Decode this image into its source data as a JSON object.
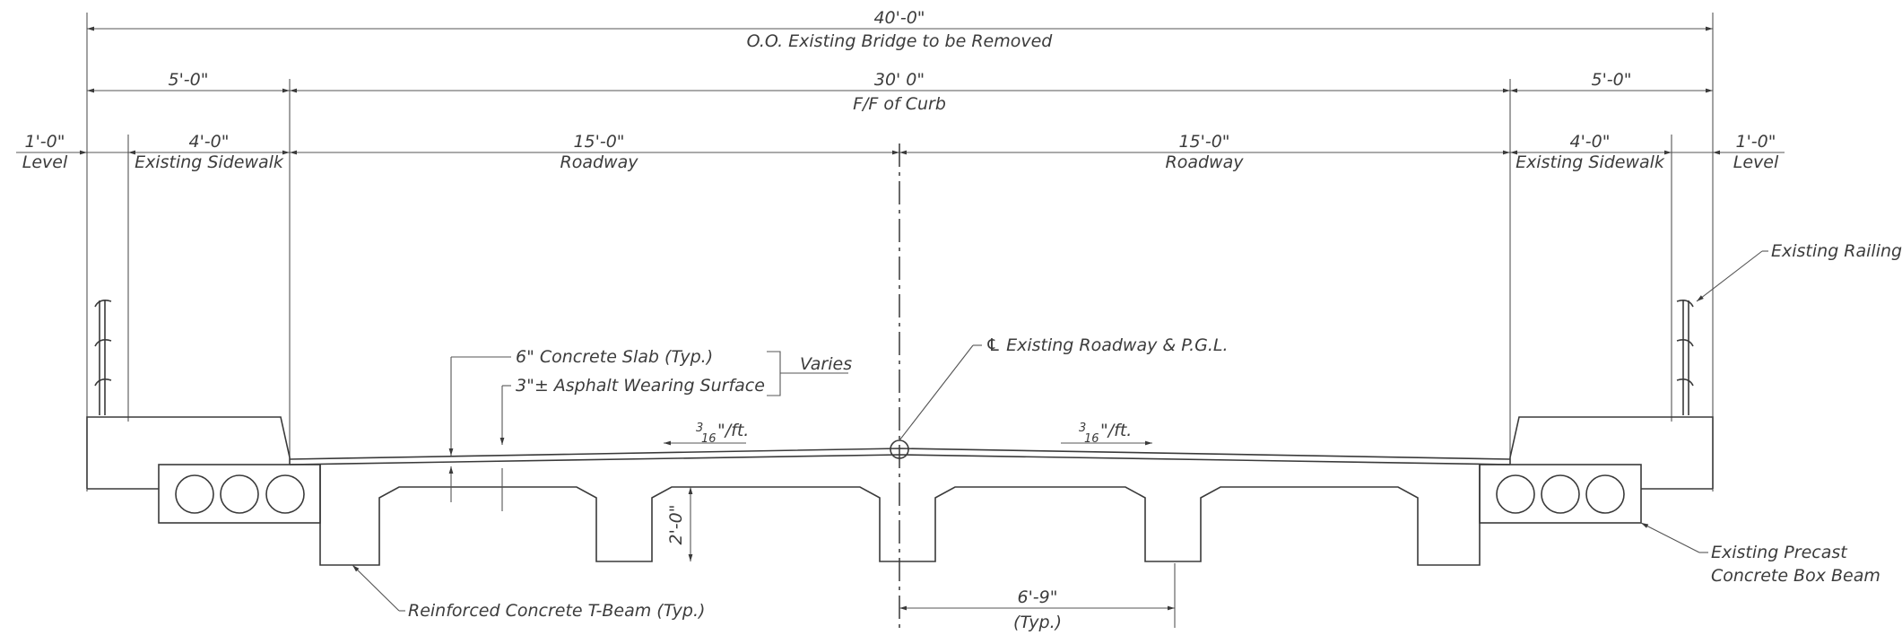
{
  "dimensions": {
    "overall": "40'-0\"",
    "overall_note": "O.O. Existing Bridge to be Removed",
    "sidewalk_total": "5'-0\"",
    "curb_to_curb": "30' 0\"",
    "curb_note": "F/F of Curb",
    "level_width": "1'-0\"",
    "level_label": "Level",
    "sidewalk_width": "4'-0\"",
    "sidewalk_label": "Existing Sidewalk",
    "roadway_width": "15'-0\"",
    "roadway_label": "Roadway",
    "beam_depth": "2'-0\"",
    "beam_spacing": "6'-9\"",
    "beam_spacing_note": "(Typ.)"
  },
  "slope": {
    "num": "3",
    "den": "16",
    "unit": "\"/ft."
  },
  "callouts": {
    "existing_railing": "Existing Railing",
    "centerline": "℄ Existing Roadway & P.G.L.",
    "concrete_slab": "6\" Concrete Slab (Typ.)",
    "asphalt": "3\"± Asphalt Wearing Surface",
    "varies": "Varies",
    "t_beam": "Reinforced Concrete T-Beam (Typ.)",
    "box_beam_line1": "Existing Precast",
    "box_beam_line2": "Concrete Box Beam"
  }
}
